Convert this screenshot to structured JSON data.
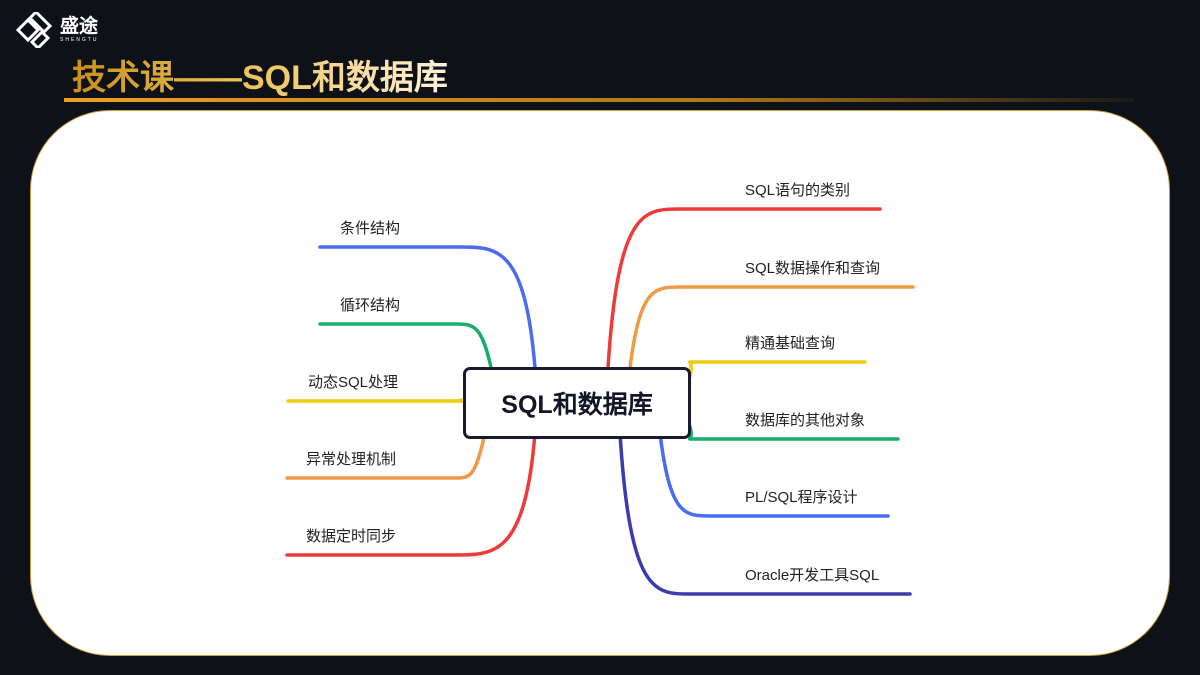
{
  "logo": {
    "name": "盛途",
    "sub": "SHENGTU"
  },
  "title": "技术课——SQL和数据库",
  "center": "SQL和数据库",
  "left": [
    {
      "label": "条件结构",
      "color": "#4a6cf0"
    },
    {
      "label": "循环结构",
      "color": "#1aae6a"
    },
    {
      "label": "动态SQL处理",
      "color": "#f0cc10"
    },
    {
      "label": "异常处理机制",
      "color": "#f09a48"
    },
    {
      "label": "数据定时同步",
      "color": "#f03a3a"
    }
  ],
  "right": [
    {
      "label": "SQL语句的类别",
      "color": "#f03a3a"
    },
    {
      "label": "SQL数据操作和查询",
      "color": "#f09a48"
    },
    {
      "label": "精通基础查询",
      "color": "#f0cc10"
    },
    {
      "label": "数据库的其他对象",
      "color": "#1aae6a"
    },
    {
      "label": "PL/SQL程序设计",
      "color": "#4a6cf0"
    },
    {
      "label": "Oracle开发工具SQL",
      "color": "#3b3bb0"
    }
  ]
}
